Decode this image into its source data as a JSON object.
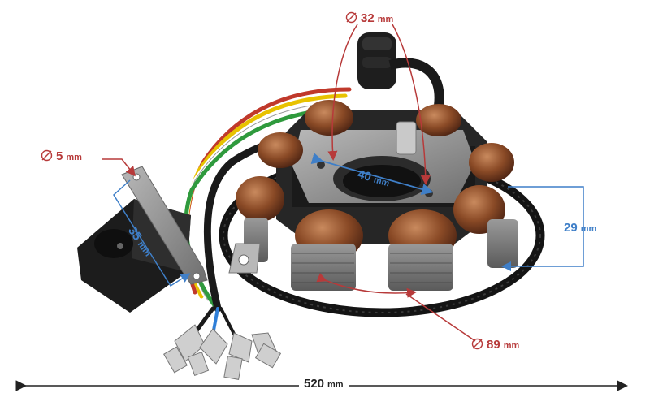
{
  "colors": {
    "red_dimension": "#b73a3a",
    "blue_dimension": "#3f7fc8",
    "overall_dimension": "#222222"
  },
  "dimensions": {
    "bolt_hole": {
      "value": "5",
      "unit": "mm",
      "icon": "diameter-icon"
    },
    "shaft_bore": {
      "value": "32",
      "unit": "mm",
      "icon": "diameter-icon"
    },
    "inner_ring": {
      "value": "40",
      "unit": "mm"
    },
    "sensor_height": {
      "value": "35",
      "unit": "mm"
    },
    "coil_depth": {
      "value": "29",
      "unit": "mm"
    },
    "stator_outer": {
      "value": "89",
      "unit": "mm",
      "icon": "diameter-icon"
    },
    "cable_length": {
      "value": "520",
      "unit": "mm"
    }
  }
}
